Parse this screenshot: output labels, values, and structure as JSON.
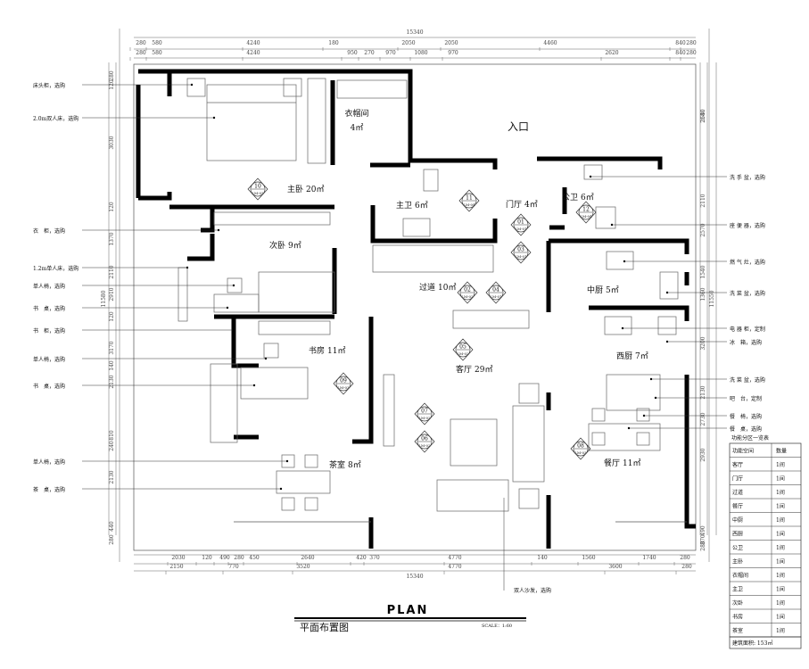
{
  "dims_top_row1": [
    "280",
    "580",
    "4240",
    "180",
    "2050",
    "2050",
    "4460",
    "840",
    "280"
  ],
  "dims_top_row2": [
    "280",
    "580",
    "4240",
    "950",
    "270",
    "970",
    "1080",
    "970",
    "2620",
    "840",
    "280"
  ],
  "dims_top_total": "15340",
  "dims_bottom_row1": [
    "2030",
    "120",
    "490",
    "280",
    "450",
    "2640",
    "420",
    "370",
    "4770",
    "140",
    "1560",
    "1740",
    "280"
  ],
  "dims_bottom_row2": [
    "2150",
    "770",
    "3520",
    "4770",
    "3600",
    "280"
  ],
  "dims_bottom_total": "15340",
  "dims_left": [
    "280",
    "120",
    "3030",
    "120",
    "1370",
    "2110",
    "2910",
    "120",
    "3170",
    "140",
    "2130",
    "810",
    "240",
    "2130",
    "440",
    "280"
  ],
  "dims_left_total": "11580",
  "dims_right": [
    "2580",
    "2640",
    "2110",
    "2570",
    "1540",
    "1360",
    "3200",
    "2130",
    "2730",
    "2930",
    "490",
    "370",
    "280"
  ],
  "dims_right_total": "11550",
  "rooms": [
    {
      "name": "主卧",
      "area": "20㎡"
    },
    {
      "name": "衣帽间",
      "area": "4㎡"
    },
    {
      "name": "主卫",
      "area": "6㎡"
    },
    {
      "name": "门厅",
      "area": "4㎡"
    },
    {
      "name": "公卫",
      "area": "6㎡"
    },
    {
      "name": "次卧",
      "area": "9㎡"
    },
    {
      "name": "过道",
      "area": "10㎡"
    },
    {
      "name": "中厨",
      "area": "5㎡"
    },
    {
      "name": "书房",
      "area": "11㎡"
    },
    {
      "name": "客厅",
      "area": "29㎡"
    },
    {
      "name": "西厨",
      "area": "7㎡"
    },
    {
      "name": "茶室",
      "area": "8㎡"
    },
    {
      "name": "餐厅",
      "area": "11㎡"
    }
  ],
  "entrance": "入口",
  "left_labels": [
    "床头柜，选购",
    "2.0m双人床，选购",
    "衣　柜，选购",
    "1.2m单人床，选购",
    "单人椅，选购",
    "书　桌，选购",
    "书　柜，选购",
    "单人椅，选购",
    "书　桌，选购",
    "单人椅，选购",
    "茶　桌，选购"
  ],
  "right_labels": [
    "洗 手 盆，选购",
    "座 便 器，选购",
    "燃 气 灶，选购",
    "洗 菜 盆，选购",
    "电 器 柜，定制",
    "冰　箱，选购",
    "洗 菜 盆，选购",
    "吧　台，定制",
    "餐　椅，选购",
    "餐　桌，选购"
  ],
  "bottom_label": "双人沙发，选购",
  "tags": [
    {
      "num": "10",
      "code": "LM-03"
    },
    {
      "num": "11",
      "code": "LM-04"
    },
    {
      "num": "01",
      "code": "LM-01"
    },
    {
      "num": "12",
      "code": "LM-04"
    },
    {
      "num": "03",
      "code": "LM-01"
    },
    {
      "num": "02",
      "code": "LM-02"
    },
    {
      "num": "04",
      "code": "LM-01"
    },
    {
      "num": "05",
      "code": "LM-02"
    },
    {
      "num": "09",
      "code": "LM-03"
    },
    {
      "num": "07",
      "code": "LM-02"
    },
    {
      "num": "06",
      "code": "LM-02"
    },
    {
      "num": "08",
      "code": "LM-03"
    }
  ],
  "table": {
    "title": "功能分区一览表",
    "headers": [
      "功能空间",
      "数量"
    ],
    "rows": [
      [
        "客厅",
        "1间"
      ],
      [
        "门厅",
        "1间"
      ],
      [
        "过道",
        "1间"
      ],
      [
        "餐厅",
        "1间"
      ],
      [
        "中厨",
        "1间"
      ],
      [
        "西厨",
        "1间"
      ],
      [
        "公卫",
        "1间"
      ],
      [
        "主卧",
        "1间"
      ],
      [
        "衣帽间",
        "1间"
      ],
      [
        "主卫",
        "1间"
      ],
      [
        "次卧",
        "1间"
      ],
      [
        "书房",
        "1间"
      ],
      [
        "茶室",
        "1间"
      ]
    ],
    "footer": "建筑面积: 153㎡"
  },
  "plan_label": "PLAN",
  "drawing_title": "平面布置图",
  "scale": "SCALE：1:60"
}
